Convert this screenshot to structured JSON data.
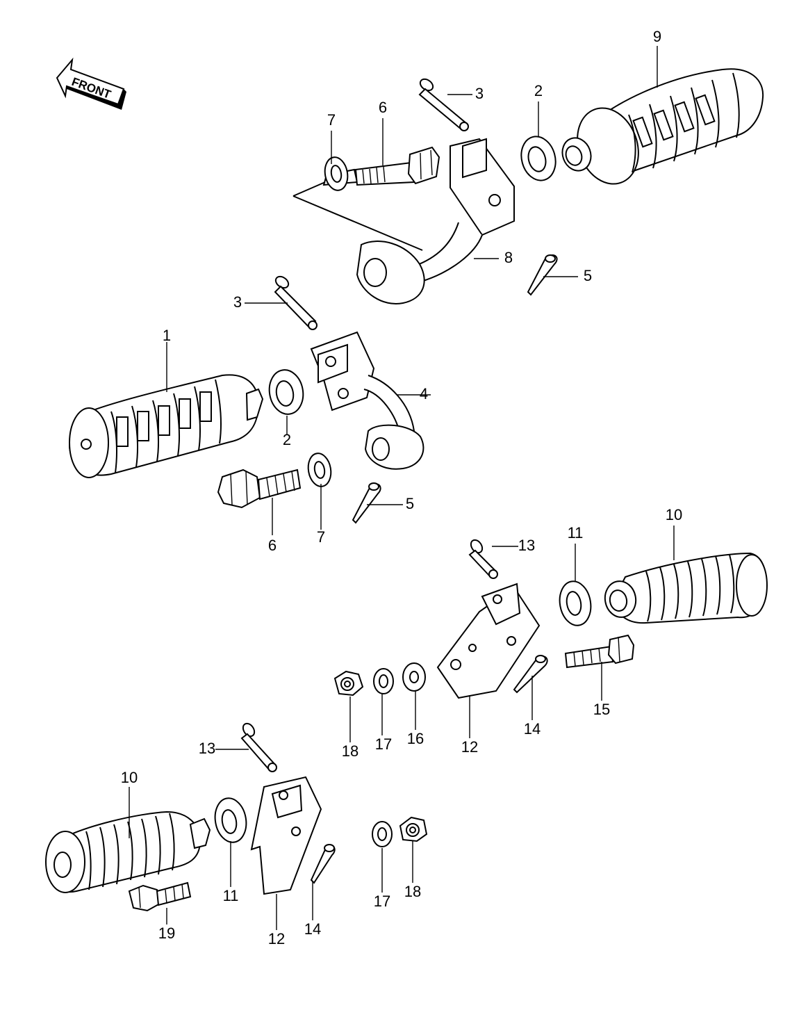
{
  "front_label": "FRONT",
  "callouts": [
    {
      "id": "c9",
      "text": "9"
    },
    {
      "id": "c3a",
      "text": "3"
    },
    {
      "id": "c2a",
      "text": "2"
    },
    {
      "id": "c6a",
      "text": "6"
    },
    {
      "id": "c7a",
      "text": "7"
    },
    {
      "id": "c8",
      "text": "8"
    },
    {
      "id": "c5a",
      "text": "5"
    },
    {
      "id": "c3b",
      "text": "3"
    },
    {
      "id": "c1",
      "text": "1"
    },
    {
      "id": "c4",
      "text": "4"
    },
    {
      "id": "c2b",
      "text": "2"
    },
    {
      "id": "c6b",
      "text": "6"
    },
    {
      "id": "c7b",
      "text": "7"
    },
    {
      "id": "c5b",
      "text": "5"
    },
    {
      "id": "c10a",
      "text": "10"
    },
    {
      "id": "c13a",
      "text": "13"
    },
    {
      "id": "c11a",
      "text": "11"
    },
    {
      "id": "c15",
      "text": "15"
    },
    {
      "id": "c14a",
      "text": "14"
    },
    {
      "id": "c12a",
      "text": "12"
    },
    {
      "id": "c16",
      "text": "16"
    },
    {
      "id": "c17a",
      "text": "17"
    },
    {
      "id": "c18a",
      "text": "18"
    },
    {
      "id": "c13b",
      "text": "13"
    },
    {
      "id": "c10b",
      "text": "10"
    },
    {
      "id": "c11b",
      "text": "11"
    },
    {
      "id": "c19",
      "text": "19"
    },
    {
      "id": "c12b",
      "text": "12"
    },
    {
      "id": "c14b",
      "text": "14"
    },
    {
      "id": "c17b",
      "text": "17"
    },
    {
      "id": "c18b",
      "text": "18"
    }
  ]
}
